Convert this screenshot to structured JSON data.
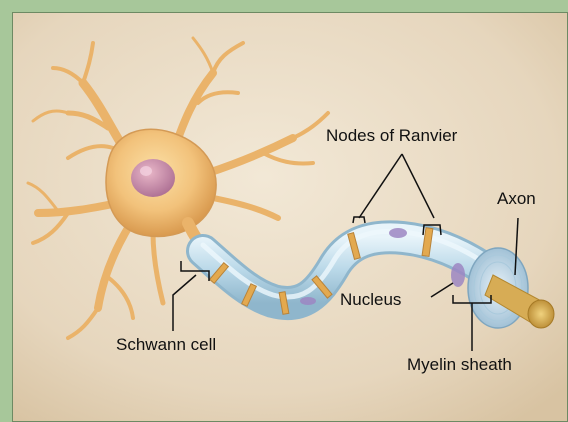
{
  "diagram": {
    "labels": {
      "nodes_of_ranvier": "Nodes of Ranvier",
      "axon": "Axon",
      "nucleus": "Nucleus",
      "schwann_cell": "Schwann cell",
      "myelin_sheath": "Myelin sheath"
    },
    "colors": {
      "frame": "#a7c79a",
      "background": "#e9dcc6",
      "cell_body": "#f1c27a",
      "myelin": "#bcd9e8",
      "node": "#e8b25a",
      "axon_core": "#d9b15a"
    }
  }
}
